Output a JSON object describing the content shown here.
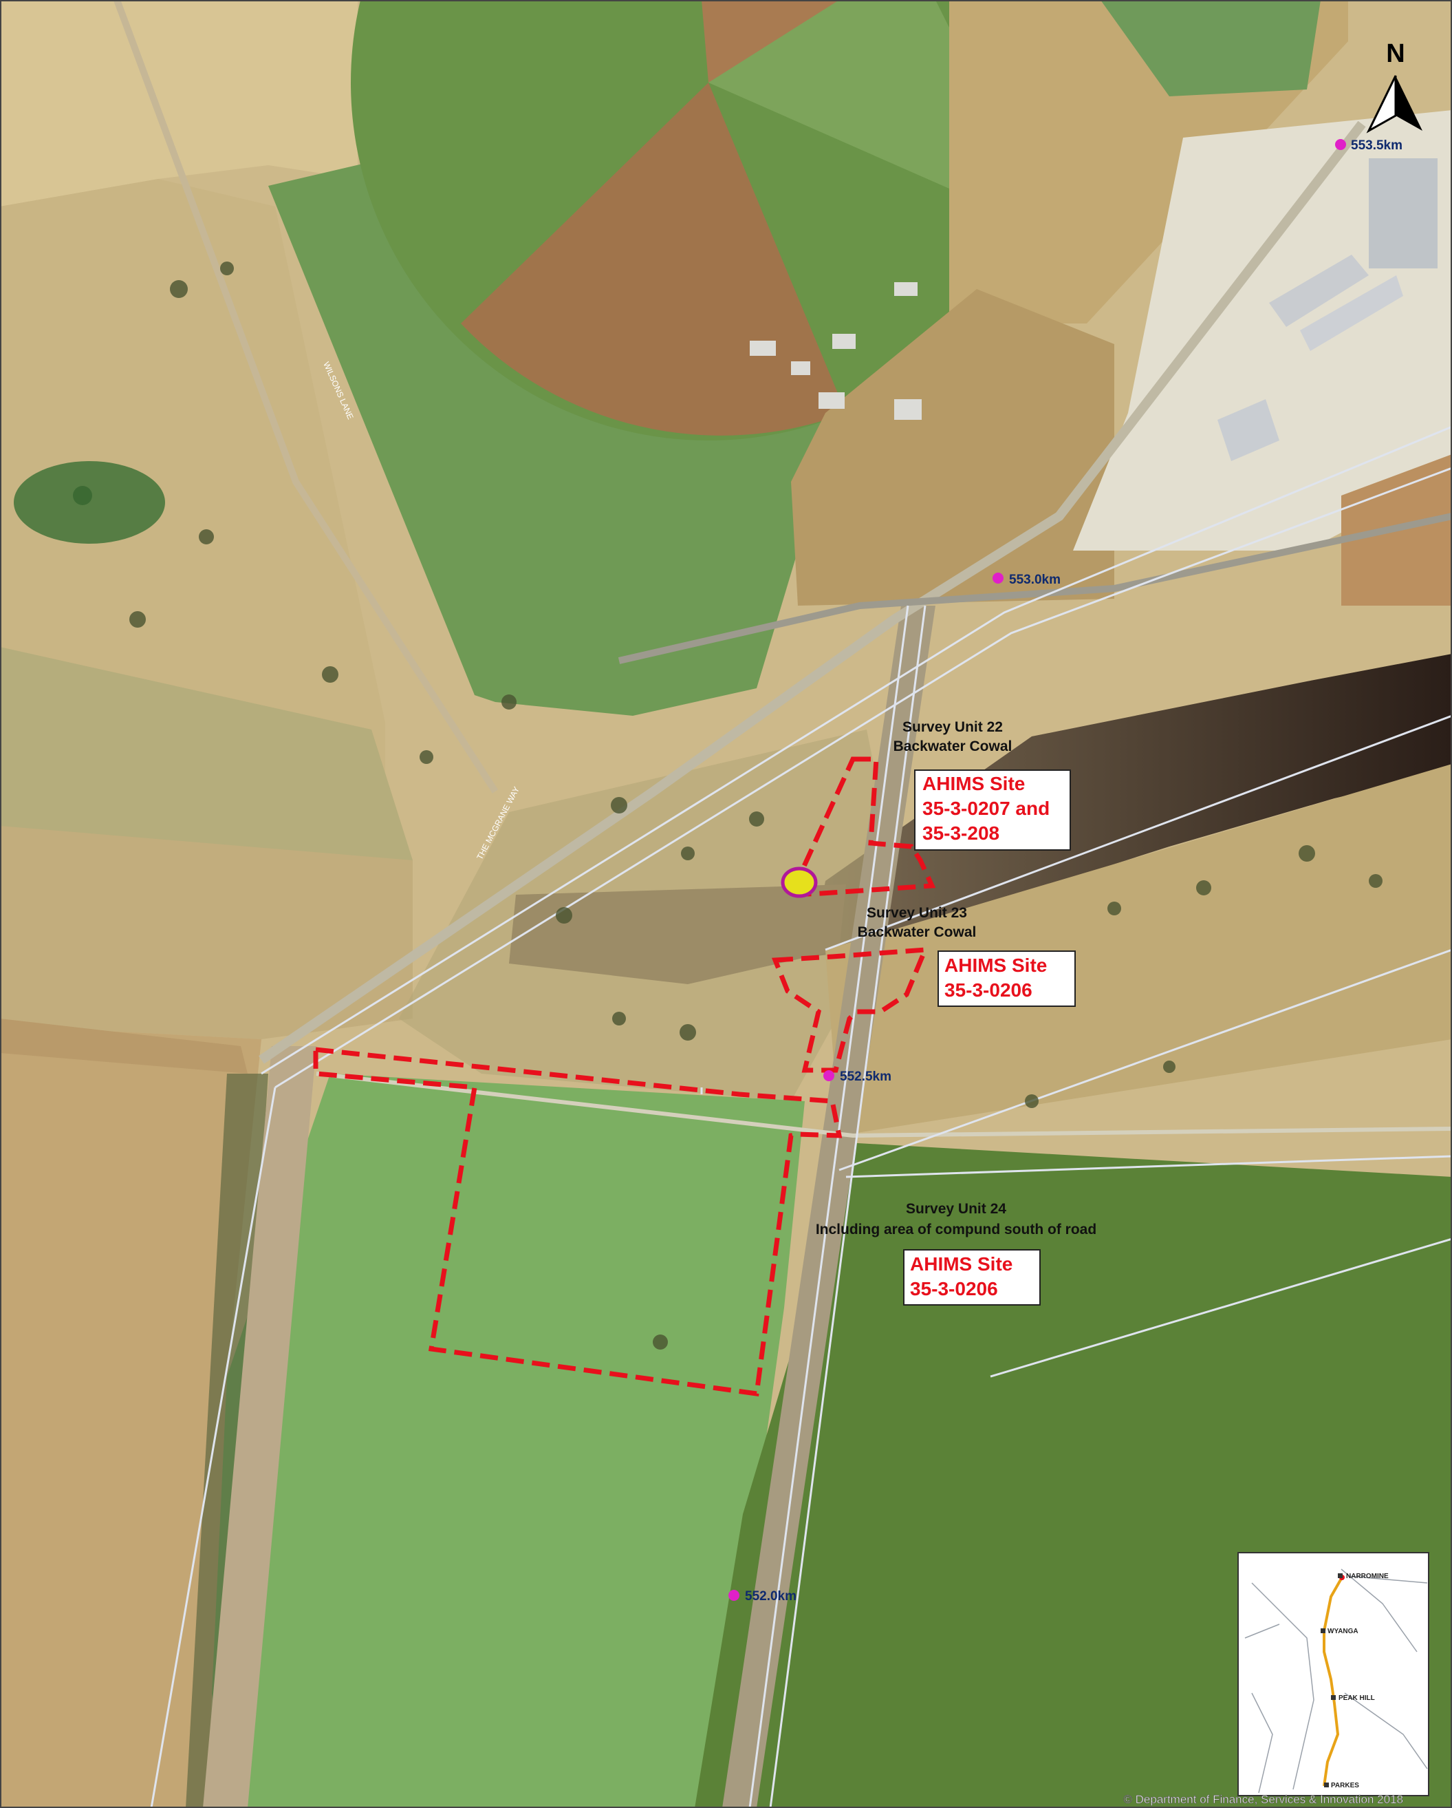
{
  "north_label": "N",
  "roads": {
    "wilsons_lane": "WILSONS LANE",
    "mcgrane_way": "THE MCGRANE WAY"
  },
  "chainage": [
    "553.5km",
    "553.0km",
    "552.5km",
    "552.0km"
  ],
  "survey_units": {
    "su22": [
      "Survey Unit 22",
      "Backwater Cowal"
    ],
    "su23": [
      "Survey Unit 23",
      "Backwater Cowal"
    ],
    "su24": [
      "Survey Unit 24",
      "Including area of compund south of road"
    ]
  },
  "ahims": {
    "a1": [
      "AHIMS Site",
      "35-3-0207 and",
      "35-3-208"
    ],
    "a2": [
      "AHIMS Site",
      "35-3-0206"
    ],
    "a3": [
      "AHIMS Site",
      "35-3-0206"
    ]
  },
  "inset": {
    "towns": [
      "NARROMINE",
      "WYANGA",
      "PEAK HILL",
      "PARKES"
    ]
  },
  "copyright": "© Department of Finance, Services & Innovation 2018",
  "colors": {
    "boundary": "#e8101c",
    "chainage_marker": "#e020c8",
    "label_dark": "#0f2a6e",
    "site_fill": "#e6e01c",
    "site_stroke": "#b0189a",
    "route": "#e8a317"
  }
}
